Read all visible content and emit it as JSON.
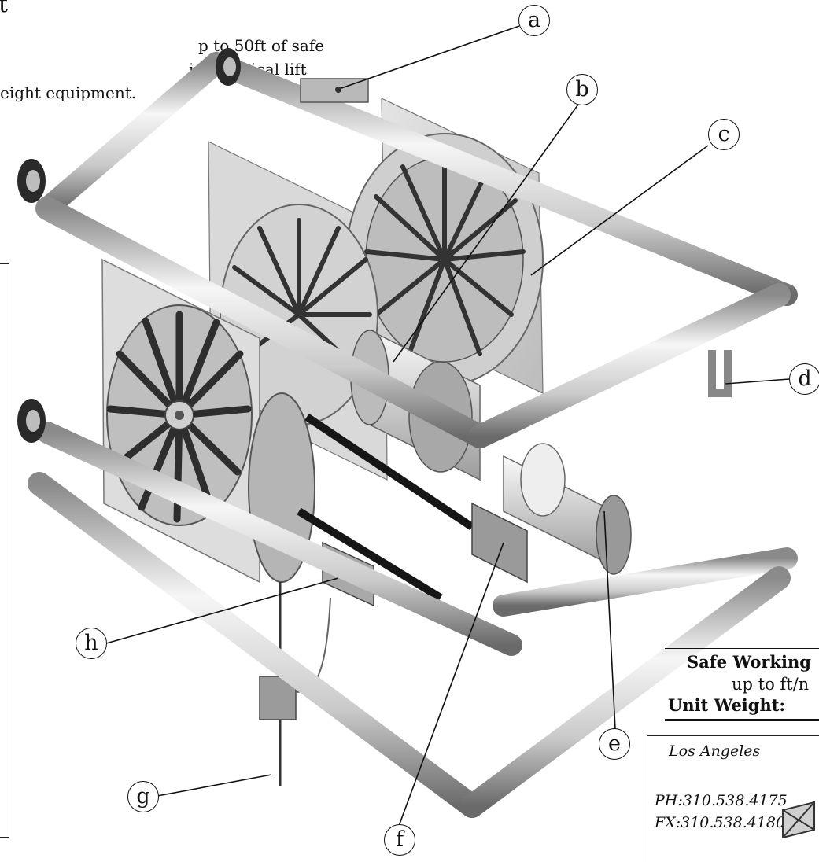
{
  "heading_fragment": "t",
  "intro_lines": [
    "p to 50ft of safe",
    "ing vertical lift",
    "eight equipment."
  ],
  "callouts": [
    "a",
    "b",
    "c",
    "d",
    "e",
    "f",
    "g",
    "h"
  ],
  "specs": {
    "line1": "Safe Working",
    "line2": "up to ft/n",
    "line3": "Unit Weight:"
  },
  "contact": {
    "city": "Los Angeles",
    "phone": "PH:310.538.4175",
    "fax": "FX:310.538.4180"
  },
  "colors": {
    "tube_light": "#f1f1f1",
    "tube_mid": "#bdbdbd",
    "tube_dark": "#6e6e6e",
    "plate": "#d6d6d6",
    "plate_dark": "#8c8c8c",
    "motor": "#e2e2e2"
  }
}
